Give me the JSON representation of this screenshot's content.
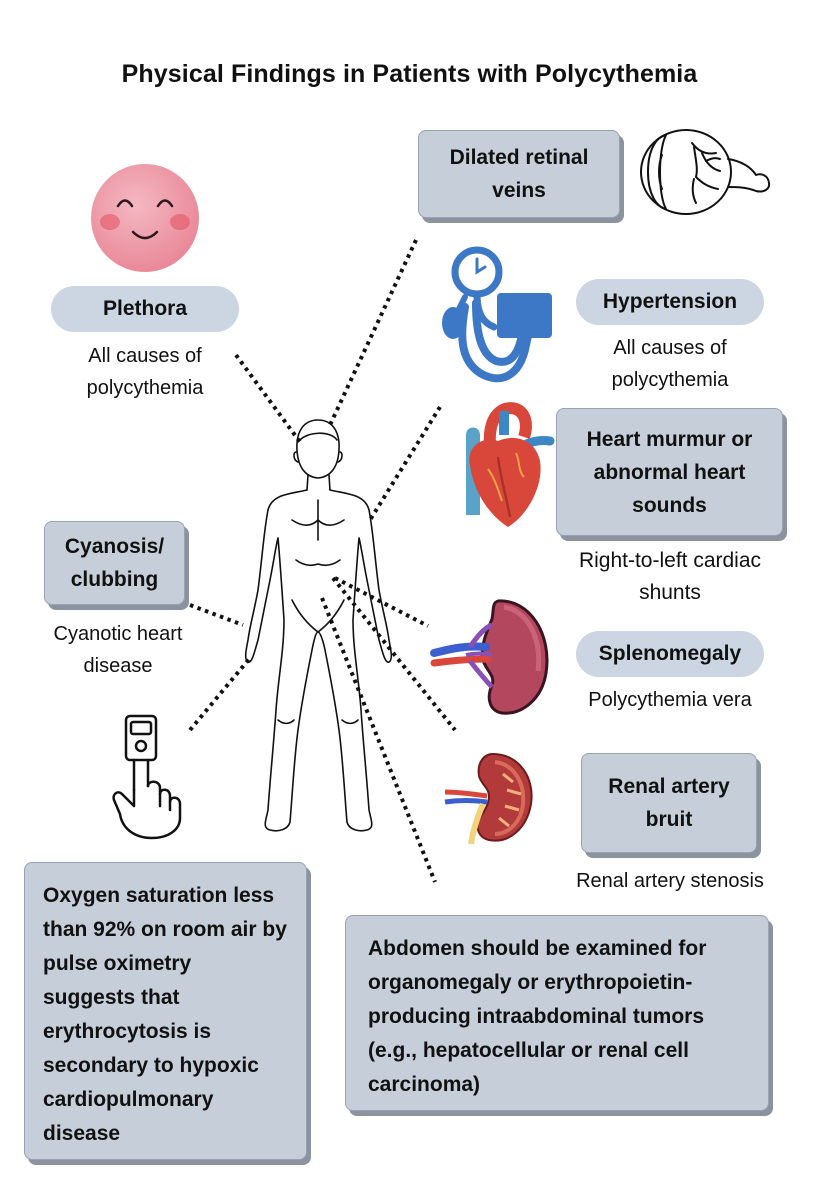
{
  "title": "Physical Findings in Patients with Polycythemia",
  "findings": {
    "retinal": {
      "label": "Dilated retinal veins"
    },
    "plethora": {
      "label": "Plethora",
      "note": "All causes of polycythemia"
    },
    "hypertension": {
      "label": "Hypertension",
      "note": "All causes of polycythemia"
    },
    "murmur": {
      "label": "Heart murmur or abnormal heart sounds",
      "note": "Right-to-left cardiac shunts"
    },
    "cyanosis": {
      "label": "Cyanosis/ clubbing",
      "note": "Cyanotic heart disease"
    },
    "splenomegaly": {
      "label": "Splenomegaly",
      "note": "Polycythemia vera"
    },
    "renal": {
      "label": "Renal artery bruit",
      "note": "Renal artery stenosis"
    }
  },
  "oxygen_box": "Oxygen saturation less than 92% on room air by pulse oximetry suggests that erythrocytosis is secondary to hypoxic cardiopulmonary disease",
  "abdomen_box": "Abdomen should be examined for organomegaly or erythropoietin-producing intraabdominal tumors (e.g., hepatocellular or renal cell carcinoma)",
  "icons": [
    "smiling-face-icon",
    "eye-icon",
    "blood-pressure-cuff-icon",
    "heart-icon",
    "spleen-icon",
    "kidney-icon",
    "pulse-oximeter-icon",
    "human-body-outline"
  ],
  "colors": {
    "box_fill": "#c5ced9",
    "box_shadow": "#8a939e",
    "pill_fill": "#ccd6e2",
    "bp_blue": "#3d78c7",
    "heart_red": "#d9473a",
    "spleen_maroon": "#b3475e"
  }
}
